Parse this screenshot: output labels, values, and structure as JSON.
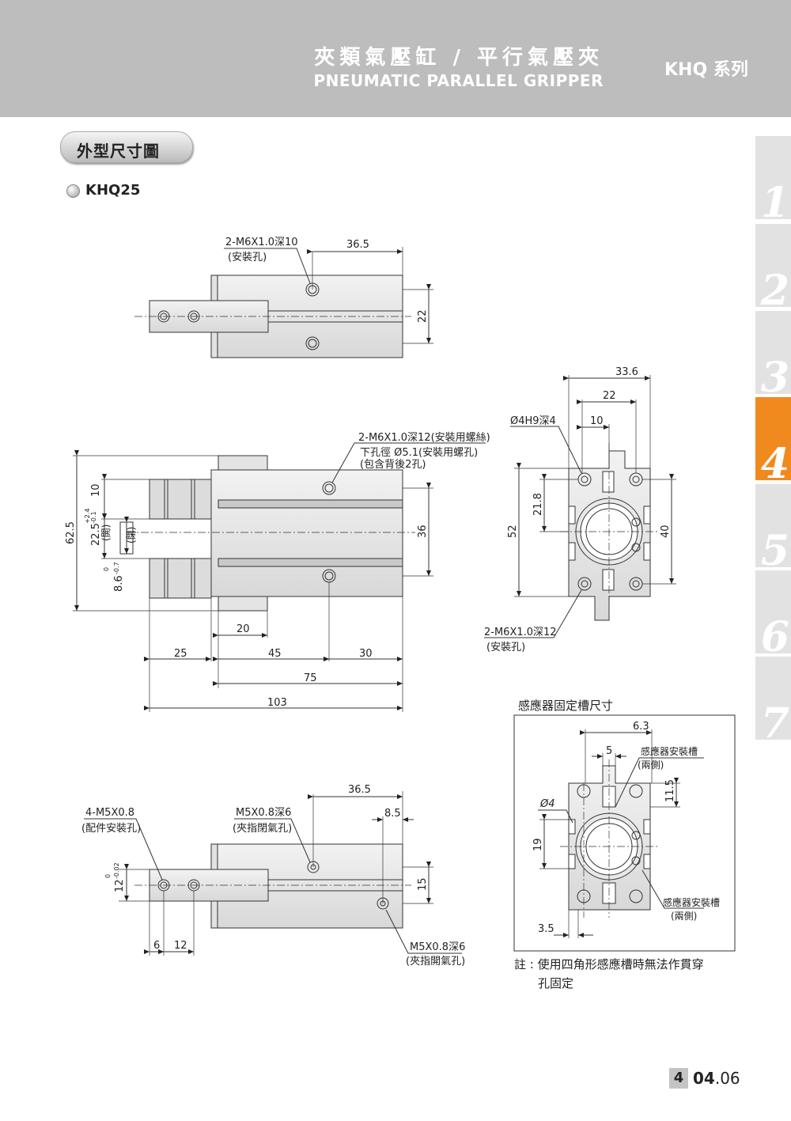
{
  "header": {
    "title_zh": "夾類氣壓缸 / 平行氣壓夾",
    "title_en": "PNEUMATIC PARALLEL GRIPPER",
    "series": "KHQ 系列"
  },
  "section_title": "外型尺寸圖",
  "model": "KHQ25",
  "tabs": [
    "1",
    "2",
    "3",
    "4",
    "5",
    "6",
    "7"
  ],
  "active_tab": "4",
  "top_view": {
    "callout": "2-M6X1.0深10",
    "callout_sub": "(安裝孔)",
    "dim_36_5": "36.5",
    "dim_22": "22"
  },
  "front_view": {
    "callout": "2-M6X1.0深12(安裝用螺絲)",
    "callout_line2": "下孔徑 Ø5.1(安裝用螺孔)",
    "callout_line3": "(包含背後2孔)",
    "dim_62_5": "62.5",
    "dim_10": "10",
    "dim_22_5": "22.5",
    "tol_22_5_upper": "+2.4",
    "tol_22_5_lower": "-0.1",
    "open_label": "(開)",
    "close_label": "(閉)",
    "dim_8_6": "8.6",
    "tol_8_6_upper": "0",
    "tol_8_6_lower": "-0.7",
    "dim_36": "36",
    "dim_20": "20",
    "dim_25": "25",
    "dim_45": "45",
    "dim_30": "30",
    "dim_75": "75",
    "dim_103": "103"
  },
  "side_view": {
    "dim_33_6": "33.6",
    "dim_22": "22",
    "dim_10": "10",
    "hole_callout": "Ø4H9深4",
    "dim_21_8": "21.8",
    "dim_52": "52",
    "dim_40": "40",
    "callout": "2-M6X1.0深12",
    "callout_sub": "(安裝孔)"
  },
  "bottom_view": {
    "callout_left": "4-M5X0.8",
    "callout_left_sub": "(配件安裝孔)",
    "callout_mid": "M5X0.8深6",
    "callout_mid_sub": "(夾指閉氣孔)",
    "dim_36_5": "36.5",
    "dim_8_5": "8.5",
    "dim_12": "12",
    "tol_12_upper": "0",
    "tol_12_lower": "-0.02",
    "dim_15": "15",
    "dim_6": "6",
    "dim_12b": "12",
    "callout_bottom": "M5X0.8深6",
    "callout_bottom_sub": "(夾指開氣孔)"
  },
  "sensor_slot": {
    "title": "感應器固定槽尺寸",
    "dim_6_3": "6.3",
    "dim_5": "5",
    "slot_label": "感應器安裝槽",
    "slot_sub": "(兩側)",
    "dim_11_5": "11.5",
    "dim_phi4": "Ø4",
    "dim_19": "19",
    "slot_label2": "感應器安裝槽",
    "slot_sub2": "(兩側)",
    "dim_3_5": "3.5",
    "note_line1": "註 : 使用四角形感應槽時無法作貫穿",
    "note_line2": "孔固定"
  },
  "page": {
    "chapter": "4",
    "number_bold": "04",
    "number_rest": ".06"
  }
}
